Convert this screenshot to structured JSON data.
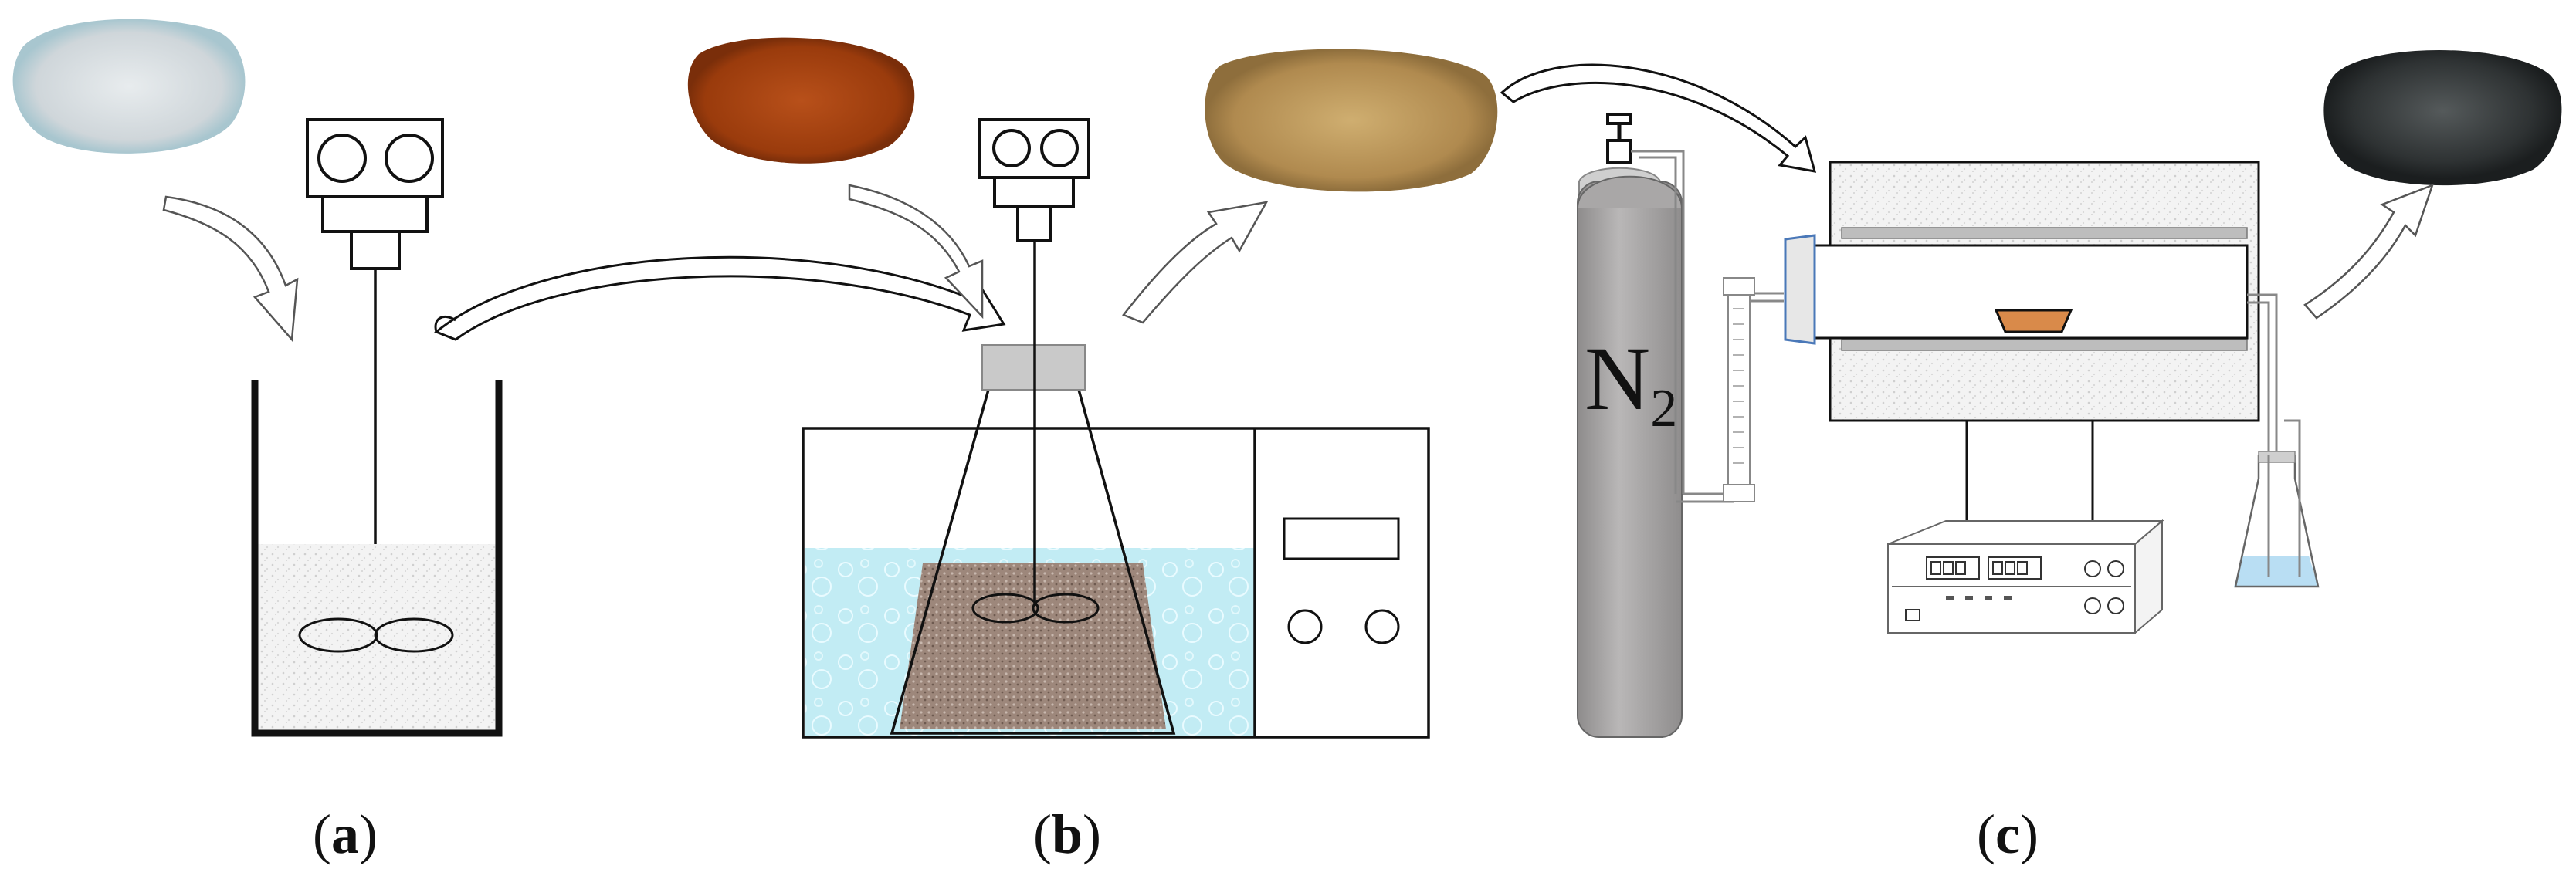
{
  "diagram": {
    "panels": [
      {
        "id": "a",
        "letter": "a"
      },
      {
        "id": "b",
        "letter": "b"
      },
      {
        "id": "c",
        "letter": "c"
      }
    ],
    "gas_cylinder": {
      "formula": "N",
      "subscript": "2"
    },
    "colors": {
      "outline": "#111111",
      "white_powder": "#d9dde0",
      "brown_powder": "#a8420e",
      "tan_granules": "#b8955a",
      "black_granules": "#2f3334",
      "water_bath": "#bfe9f2",
      "slurry": "#9a8478",
      "cylinder": "#a9a7a7",
      "furnace_insulation": "#ececec",
      "sample_boat": "#d98a4a",
      "flask_water": "#b9def3"
    },
    "icons": [
      "white-powder-pile-icon",
      "brown-powder-pile-icon",
      "tan-granules-pile-icon",
      "black-granules-pile-icon",
      "curved-arrow-icon",
      "stirrer-motor-icon",
      "beaker-icon",
      "water-bath-icon",
      "erlenmeyer-flask-icon",
      "gas-cylinder-icon",
      "flowmeter-icon",
      "tube-furnace-icon",
      "temperature-controller-icon",
      "gas-wash-bottle-icon"
    ]
  }
}
